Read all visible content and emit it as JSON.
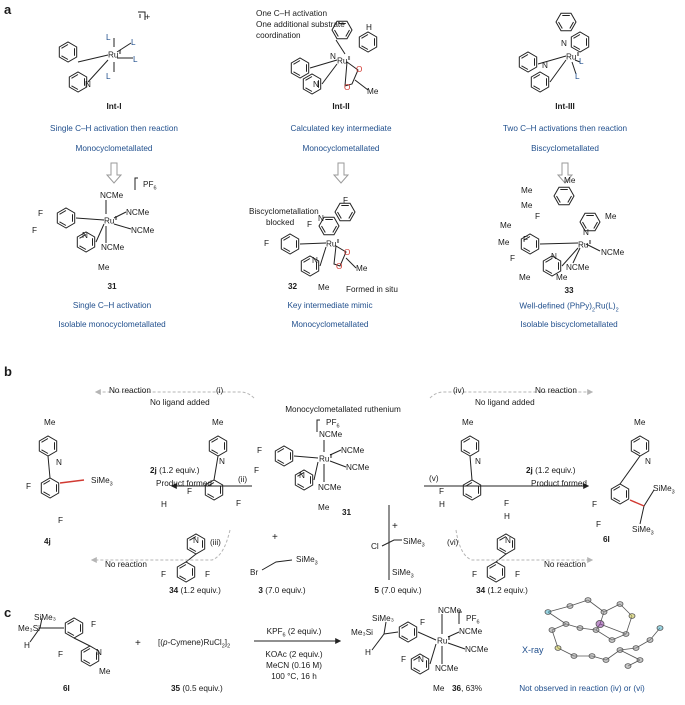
{
  "panels": {
    "a": "a",
    "b": "b",
    "c": "c"
  },
  "colors": {
    "caption_blue": "#1f4e8c",
    "bond_red": "#d13a32",
    "arrow_grey": "#b5b5b5",
    "ligand_blue": "#1f4e8c"
  },
  "panel_a": {
    "int1": {
      "label": "Int-I",
      "desc": "Single C–H activation then reaction",
      "type": "Monocyclometallated",
      "charge": "+",
      "metal": "Ru",
      "ox": "II",
      "ligand": "L"
    },
    "int2": {
      "label": "Int-II",
      "note_line1": "One C–H activation",
      "note_line2": "One additional substrate",
      "note_line3": "coordination",
      "desc": "Calculated key intermediate",
      "type": "Monocyclometallated",
      "metal": "Ru",
      "ox": "II",
      "acetate_me": "Me",
      "o": "O",
      "h": "H",
      "n": "N"
    },
    "int3": {
      "label": "Int-III",
      "desc": "Two C–H activations then reaction",
      "type": "Biscyclometallated",
      "metal": "Ru",
      "ox": "II",
      "ligand": "L"
    },
    "c31": {
      "label": "31",
      "desc": "Single C–H activation",
      "type": "Isolable monocyclometallated",
      "counterion": "PF",
      "counterion_sub": "6",
      "ligand": "NCMe",
      "f": "F",
      "me": "Me"
    },
    "c32": {
      "label": "32",
      "note_line1": "Biscyclometallation",
      "note_line2": "blocked",
      "formed": "Formed in situ",
      "desc": "Key intermediate mimic",
      "type": "Monocyclometallated",
      "f": "F",
      "me": "Me"
    },
    "c33": {
      "label": "33",
      "desc_prefix": "Well-defined (PhPy)",
      "desc_mid": "Ru",
      "desc_suffix": "(L)",
      "type": "Isolable biscyclometallated",
      "me": "Me",
      "f": "F",
      "ligand": "NCMe"
    }
  },
  "panel_b": {
    "center_title": "Monocyclometallated ruthenium",
    "no_reaction": "No reaction",
    "no_ligand": "No ligand added",
    "roman": [
      "(i)",
      "(ii)",
      "(iii)",
      "(iv)",
      "(v)",
      "(vi)"
    ],
    "product_formed": "Product formed",
    "c2j": {
      "label": "2j",
      "equiv": "(1.2 equiv.)"
    },
    "c34": {
      "label": "34",
      "equiv": "(1.2 equiv.)"
    },
    "c3": {
      "label": "3",
      "equiv": "(7.0 equiv.)",
      "br": "Br",
      "si": "SiMe",
      "si_sub": "3"
    },
    "c5": {
      "label": "5",
      "equiv": "(7.0 equiv.)",
      "cl": "Cl"
    },
    "c31": {
      "label": "31"
    },
    "c4j": {
      "label": "4j"
    },
    "c6l": {
      "label": "6l"
    },
    "plus": "+",
    "atoms": {
      "h": "H",
      "f": "F",
      "me": "Me",
      "n": "N"
    }
  },
  "panel_c": {
    "c6l": {
      "label": "6l",
      "me3si": "Me₃Si",
      "sime3": "SiMe₃",
      "h": "H",
      "f": "F",
      "me": "Me"
    },
    "plus": "+",
    "c35": {
      "reagent_pre": "[(",
      "reagent_italic": "p",
      "reagent_mid": "-Cymene)RuCl",
      "sub2": "2",
      "close": "]",
      "label": "35",
      "equiv": "(0.5 equiv.)"
    },
    "conditions": {
      "kpf6_pre": "KPF",
      "kpf6_sub": "6",
      "kpf6_post": " (2 equiv.)",
      "koac": "KOAc (2 equiv.)",
      "mecn": "MeCN (0.16 M)",
      "temp": "100 °C, 16 h"
    },
    "c36": {
      "label": "36",
      "yield": ", 63%"
    },
    "xray": "X-ray",
    "note": "Not observed in reaction (iv) or (vi)"
  }
}
